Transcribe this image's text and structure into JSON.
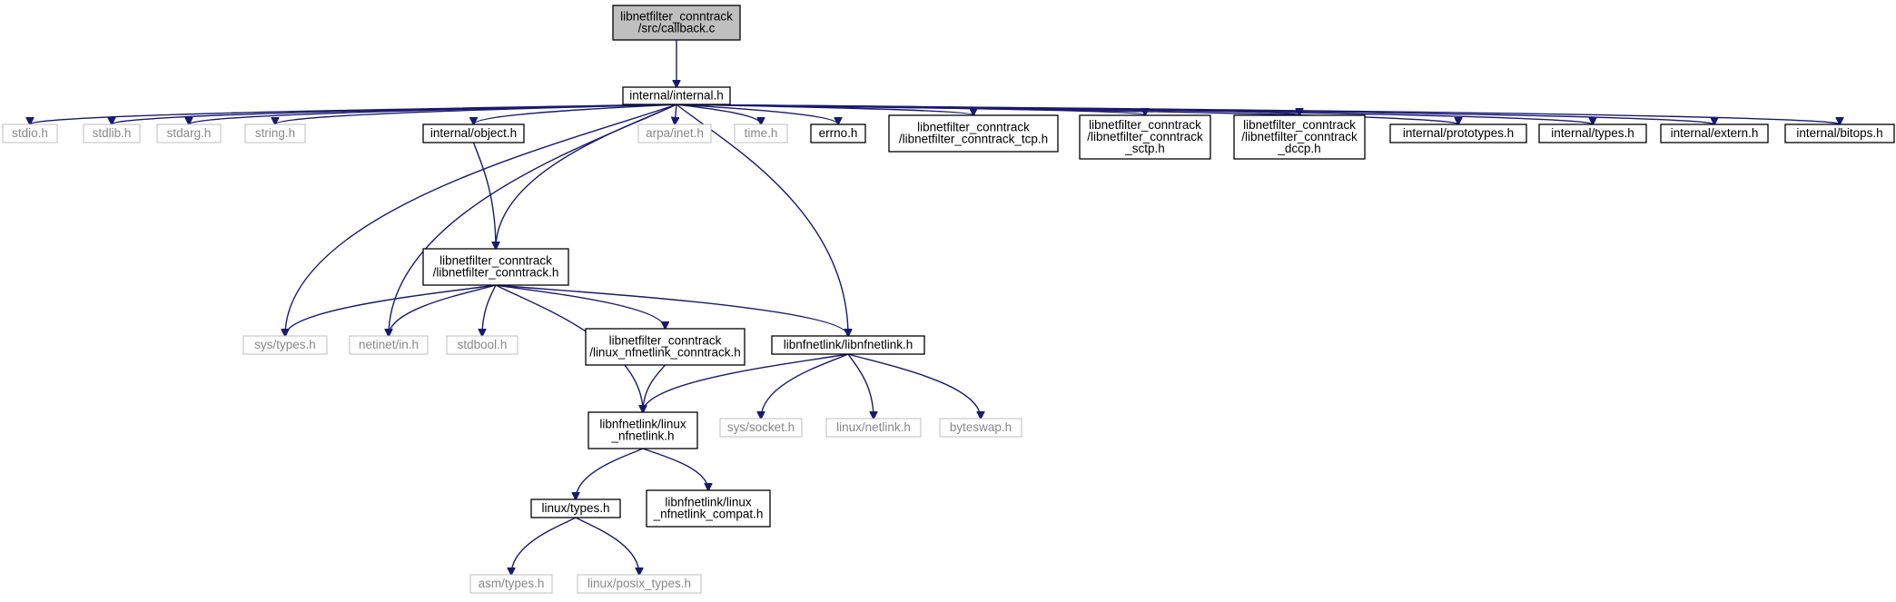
{
  "nodes": [
    {
      "id": "root",
      "lines": [
        "libnetfilter_conntrack",
        "/src/callback.c"
      ],
      "style": "root"
    },
    {
      "id": "internal",
      "lines": [
        "internal/internal.h"
      ],
      "style": "normal"
    },
    {
      "id": "stdio",
      "lines": [
        "stdio.h"
      ],
      "style": "gray"
    },
    {
      "id": "stdlib",
      "lines": [
        "stdlib.h"
      ],
      "style": "gray"
    },
    {
      "id": "stdarg",
      "lines": [
        "stdarg.h"
      ],
      "style": "gray"
    },
    {
      "id": "string",
      "lines": [
        "string.h"
      ],
      "style": "gray"
    },
    {
      "id": "object",
      "lines": [
        "internal/object.h"
      ],
      "style": "normal"
    },
    {
      "id": "arpainet",
      "lines": [
        "arpa/inet.h"
      ],
      "style": "gray"
    },
    {
      "id": "time",
      "lines": [
        "time.h"
      ],
      "style": "gray"
    },
    {
      "id": "errno",
      "lines": [
        "errno.h"
      ],
      "style": "normal"
    },
    {
      "id": "tcp",
      "lines": [
        "libnetfilter_conntrack",
        "/libnetfilter_conntrack_tcp.h"
      ],
      "style": "normal"
    },
    {
      "id": "sctp",
      "lines": [
        "libnetfilter_conntrack",
        "/libnetfilter_conntrack",
        "_sctp.h"
      ],
      "style": "normal"
    },
    {
      "id": "dccp",
      "lines": [
        "libnetfilter_conntrack",
        "/libnetfilter_conntrack",
        "_dccp.h"
      ],
      "style": "normal"
    },
    {
      "id": "prototypes",
      "lines": [
        "internal/prototypes.h"
      ],
      "style": "normal"
    },
    {
      "id": "itypes",
      "lines": [
        "internal/types.h"
      ],
      "style": "normal"
    },
    {
      "id": "extern",
      "lines": [
        "internal/extern.h"
      ],
      "style": "normal"
    },
    {
      "id": "bitops",
      "lines": [
        "internal/bitops.h"
      ],
      "style": "normal"
    },
    {
      "id": "lnc",
      "lines": [
        "libnetfilter_conntrack",
        "/libnetfilter_conntrack.h"
      ],
      "style": "normal"
    },
    {
      "id": "systypes",
      "lines": [
        "sys/types.h"
      ],
      "style": "gray"
    },
    {
      "id": "netinet",
      "lines": [
        "netinet/in.h"
      ],
      "style": "gray"
    },
    {
      "id": "stdbool",
      "lines": [
        "stdbool.h"
      ],
      "style": "gray"
    },
    {
      "id": "lnfnc",
      "lines": [
        "libnetfilter_conntrack",
        "/linux_nfnetlink_conntrack.h"
      ],
      "style": "normal"
    },
    {
      "id": "libnfnetlink",
      "lines": [
        "libnfnetlink/libnfnetlink.h"
      ],
      "style": "normal"
    },
    {
      "id": "linuxnfnetlink",
      "lines": [
        "libnfnetlink/linux",
        "_nfnetlink.h"
      ],
      "style": "normal"
    },
    {
      "id": "syssocket",
      "lines": [
        "sys/socket.h"
      ],
      "style": "gray"
    },
    {
      "id": "linuxnetlink",
      "lines": [
        "linux/netlink.h"
      ],
      "style": "gray"
    },
    {
      "id": "byteswap",
      "lines": [
        "byteswap.h"
      ],
      "style": "gray"
    },
    {
      "id": "linuxtypes",
      "lines": [
        "linux/types.h"
      ],
      "style": "normal"
    },
    {
      "id": "compat",
      "lines": [
        "libnfnetlink/linux",
        "_nfnetlink_compat.h"
      ],
      "style": "normal"
    },
    {
      "id": "asmtypes",
      "lines": [
        "asm/types.h"
      ],
      "style": "gray"
    },
    {
      "id": "posixtypes",
      "lines": [
        "linux/posix_types.h"
      ],
      "style": "gray"
    }
  ],
  "edges": [
    [
      "root",
      "internal"
    ],
    [
      "internal",
      "stdio"
    ],
    [
      "internal",
      "stdlib"
    ],
    [
      "internal",
      "stdarg"
    ],
    [
      "internal",
      "string"
    ],
    [
      "internal",
      "systypes"
    ],
    [
      "internal",
      "netinet"
    ],
    [
      "internal",
      "object"
    ],
    [
      "internal",
      "lnc"
    ],
    [
      "internal",
      "libnfnetlink"
    ],
    [
      "internal",
      "arpainet"
    ],
    [
      "internal",
      "time"
    ],
    [
      "internal",
      "errno"
    ],
    [
      "internal",
      "tcp"
    ],
    [
      "internal",
      "sctp"
    ],
    [
      "internal",
      "dccp"
    ],
    [
      "internal",
      "prototypes"
    ],
    [
      "internal",
      "itypes"
    ],
    [
      "internal",
      "extern"
    ],
    [
      "internal",
      "bitops"
    ],
    [
      "object",
      "lnc"
    ],
    [
      "lnc",
      "systypes"
    ],
    [
      "lnc",
      "netinet"
    ],
    [
      "lnc",
      "stdbool"
    ],
    [
      "lnc",
      "lnfnc"
    ],
    [
      "lnc",
      "libnfnetlink"
    ],
    [
      "lnc",
      "linuxnfnetlink"
    ],
    [
      "lnfnc",
      "linuxnfnetlink"
    ],
    [
      "libnfnetlink",
      "linuxnfnetlink"
    ],
    [
      "libnfnetlink",
      "syssocket"
    ],
    [
      "libnfnetlink",
      "linuxnetlink"
    ],
    [
      "libnfnetlink",
      "byteswap"
    ],
    [
      "linuxnfnetlink",
      "linuxtypes"
    ],
    [
      "linuxnfnetlink",
      "compat"
    ],
    [
      "linuxtypes",
      "asmtypes"
    ],
    [
      "linuxtypes",
      "posixtypes"
    ]
  ],
  "colors": {
    "edge": "#191970",
    "normal_border": "#000000",
    "gray_border": "#bfbfbf",
    "gray_text": "#888888",
    "root_fill": "#bfbfbf"
  }
}
